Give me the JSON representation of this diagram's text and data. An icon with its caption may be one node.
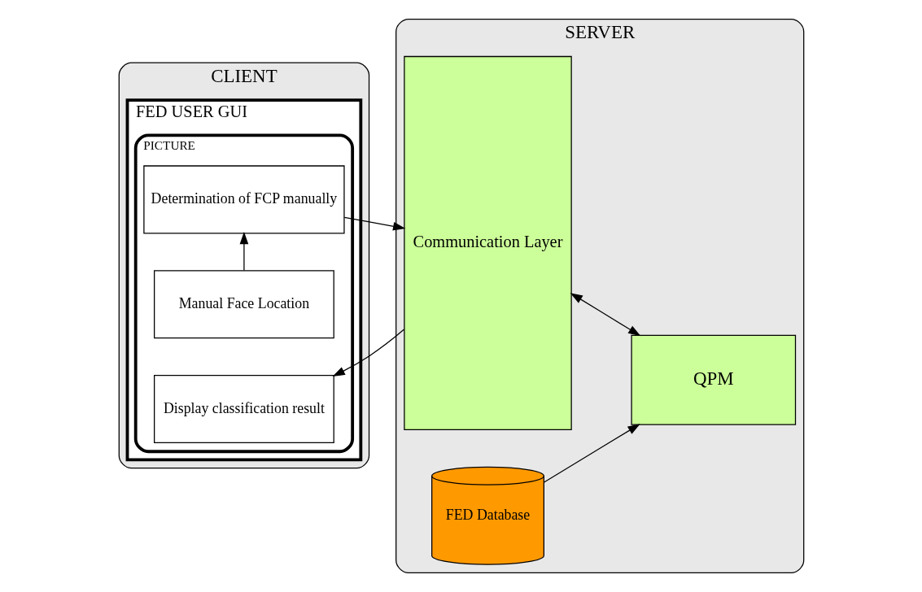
{
  "diagram": {
    "nodes": [
      {
        "text": [
          "CLIENT"
        ]
      },
      {
        "text": [
          "FED USER GUI"
        ],
        "in": 0
      },
      {
        "text": [
          "PICTURE"
        ],
        "in": 1
      },
      {
        "text": [
          "Manual Face Location"
        ],
        "in": 2
      },
      {
        "text": [
          "Determination of FCP manually"
        ],
        "in": 2
      },
      {
        "text": [
          "Display classification result"
        ],
        "in": 2
      },
      {
        "text": [
          "SERVER"
        ]
      },
      {
        "text": [
          "Communication Layer"
        ],
        "in": 6
      },
      {
        "text": [
          "QPM"
        ],
        "in": 6
      },
      {
        "text": [
          "FED Database"
        ],
        "in": 6
      }
    ],
    "edges": [
      {
        "from": 3,
        "to": 4,
        "arrow": "to"
      },
      {
        "from": 4,
        "to": 7,
        "arrow": "to"
      },
      {
        "from": 7,
        "to": 5,
        "arrow": "to"
      },
      {
        "from": 7,
        "to": 8,
        "arrow": "both"
      },
      {
        "from": 9,
        "to": 8,
        "arrow": "to"
      }
    ]
  }
}
